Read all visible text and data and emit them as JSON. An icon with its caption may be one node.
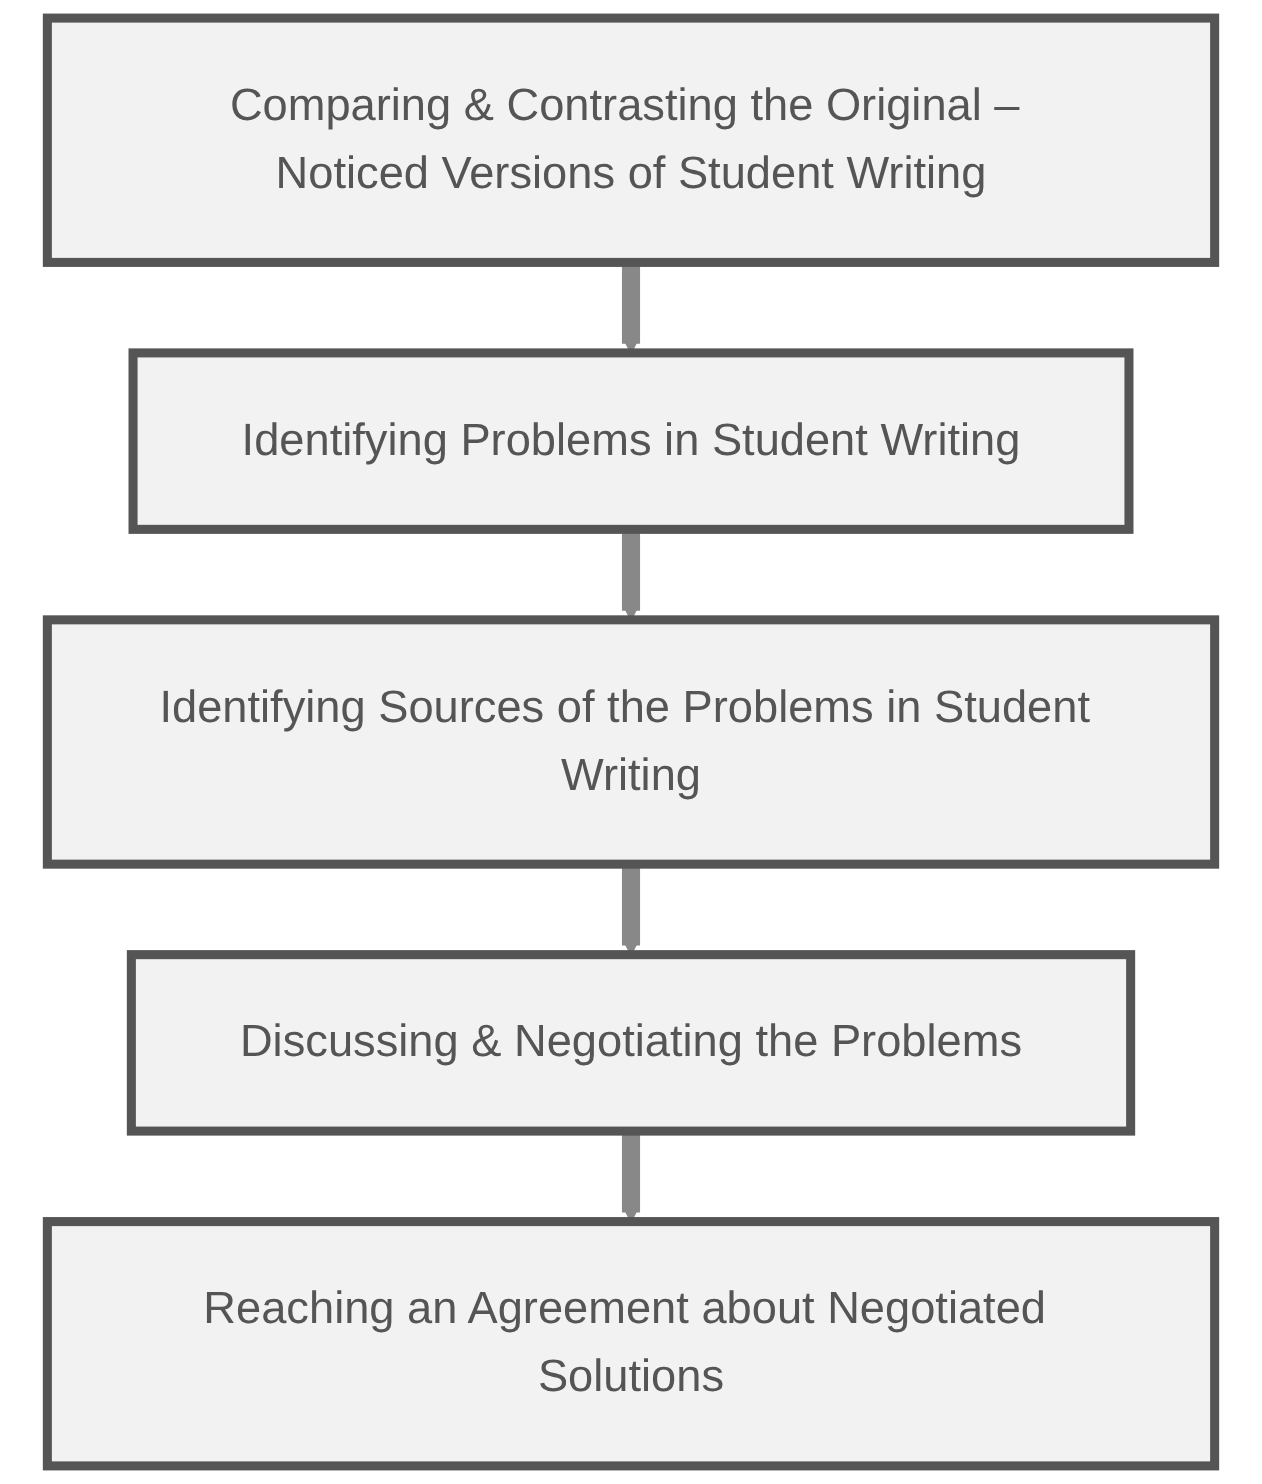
{
  "diagram": {
    "nodes": [
      {
        "text": [
          "Comparing & Contrasting the Original – Noticed Versions of Student Writing"
        ]
      },
      {
        "text": [
          "Identifying Problems in Student Writing"
        ]
      },
      {
        "text": [
          "Identifying Sources of the Problems in Student Writing"
        ]
      },
      {
        "text": [
          "Discussing & Negotiating the Problems"
        ]
      },
      {
        "text": [
          "Reaching an Agreement about Negotiated Solutions"
        ]
      }
    ],
    "edges": [
      {
        "from": 0,
        "to": 1,
        "arrow": "to"
      },
      {
        "from": 1,
        "to": 2,
        "arrow": "to"
      },
      {
        "from": 2,
        "to": 3,
        "arrow": "to"
      },
      {
        "from": 3,
        "to": 4,
        "arrow": "to"
      }
    ]
  }
}
